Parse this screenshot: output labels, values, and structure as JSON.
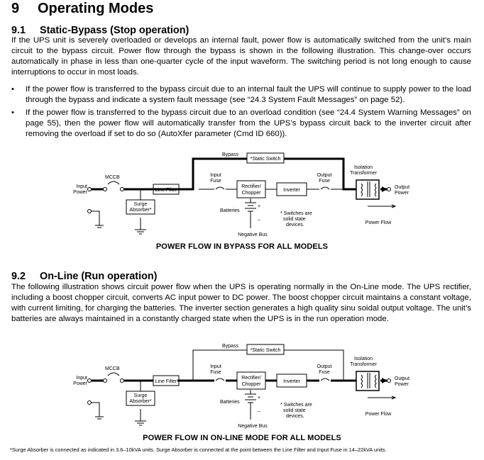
{
  "section": {
    "number": "9",
    "title": "Operating Modes"
  },
  "bypass": {
    "number": "9.1",
    "title": "Static-Bypass (Stop operation)",
    "paragraph": "If the UPS unit is severely overloaded or develops an internal fault, power flow is automatically switched from the unit’s main circuit to the bypass circuit. Power flow through the bypass is shown in the following illustration. This change-over occurs automatically in phase in less than one-quarter cycle of the input waveform. The switching period is not long enough to cause interruptions to occur in most loads.",
    "bullets": [
      "If the power flow is transferred to the bypass circuit due to an internal fault the UPS will continue to supply power to the load through the bypass and indicate a system fault message (see “24.3  System Fault Messages” on page 52).",
      "If the power flow is transferred to the bypass circuit due to an overload condition (see “24.4  System Warning Messages” on page 55), then the power flow will automatically transfer from the UPS’s bypass circuit back to the inverter circuit after removing the overload if set to do so (AutoXfer parameter (Cmd ID 660))."
    ],
    "caption": "POWER FLOW IN BYPASS FOR ALL MODELS"
  },
  "online": {
    "number": "9.2",
    "title": "On-Line (Run operation)",
    "paragraph": "The following illustration shows circuit power flow when the UPS is operating normally in the On-Line mode. The UPS rectifier, including a boost chopper circuit, converts AC input power to DC power. The boost chopper circuit maintains a constant voltage, with current limiting, for charging the batteries. The inverter section generates a high quality sinu soidal output voltage. The unit’s batteries are always maintained in a constantly charged state when the UPS is in the run operation mode.",
    "caption": "POWER FLOW IN ON-LINE MODE FOR ALL MODELS"
  },
  "diagram_labels": {
    "bullet_glyph": "•",
    "bypass": "Bypass",
    "static_switch": "*Static Switch",
    "input": "Input",
    "power": "Power",
    "mccb": "MCCB",
    "line_filter": "Line Filter",
    "surge": "Surge",
    "absorber": "Absorber*",
    "fuse": "Fuse",
    "rectifier": "Rectifier/",
    "chopper": "Chopper",
    "inverter": "Inverter",
    "output": "Output",
    "isolation": "Isolation",
    "transformer": "Transformer",
    "batteries": "Batteries",
    "plus": "+",
    "minus": "−",
    "switches_1": "* Switches are",
    "switches_2": "solid state",
    "switches_3": "devices.",
    "power_flow": "Power Flow",
    "negative_bus": "Negative  Bus"
  },
  "footnote": "*Surge Absorber is connected as indicated in 3.6–10kVA units. Surge Absorber is connected at the point between the Line Filter and Input Fuse in 14–22kVA units."
}
